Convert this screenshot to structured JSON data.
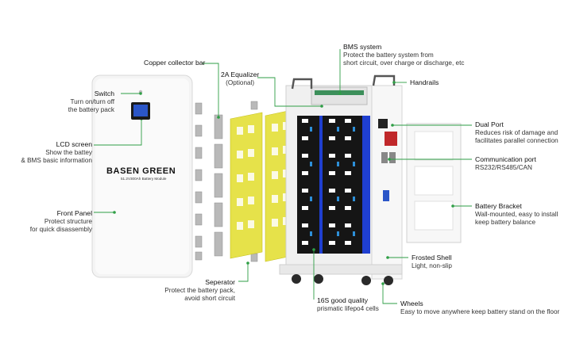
{
  "brand": {
    "name": "BASEN GREEN",
    "model": "51.2V300Ah Battery Module"
  },
  "callouts": {
    "copper_bar": {
      "title": "Copper collector bar"
    },
    "equalizer": {
      "title": "2A Equalizer",
      "desc": "(Optional)"
    },
    "bms": {
      "title": "BMS system",
      "desc1": "Protect the battery system from",
      "desc2": "short circuit, over charge or discharge, etc"
    },
    "handrails": {
      "title": "Handrails"
    },
    "switch": {
      "title": "Switch",
      "desc1": "Turn on/turn off",
      "desc2": "the battery pack"
    },
    "lcd": {
      "title": "LCD screen",
      "desc1": "Show the battey",
      "desc2": "& BMS basic information"
    },
    "front_panel": {
      "title": "Front Panel",
      "desc1": "Protect structure",
      "desc2": "for quick disassembly"
    },
    "dual_port": {
      "title": "Dual Port",
      "desc1": "Reduces risk of damage and",
      "desc2": "facilitates parallel connection"
    },
    "comm_port": {
      "title": "Communication port",
      "desc1": "RS232/RS485/CAN"
    },
    "bracket": {
      "title": "Battery Bracket",
      "desc1": "Wall-mounted, easy to install",
      "desc2": "keep battery balance"
    },
    "shell": {
      "title": "Frosted Shell",
      "desc1": "Light, non-slip"
    },
    "separator": {
      "title": "Seperator",
      "desc1": "Protect the battery pack,",
      "desc2": "avoid short circuit"
    },
    "cells": {
      "title": "16S good quality",
      "desc1": "prismatic lifepo4 cells"
    },
    "wheels": {
      "title": "Wheels",
      "desc1": "Easy to move anywhere keep battery stand on the floor"
    }
  },
  "colors": {
    "accent_line": "#2e9e45",
    "separator_yellow": "#e6e24a",
    "cell_blue": "#1f3fd0",
    "cell_dark": "#151515",
    "port_red": "#c0282a"
  }
}
